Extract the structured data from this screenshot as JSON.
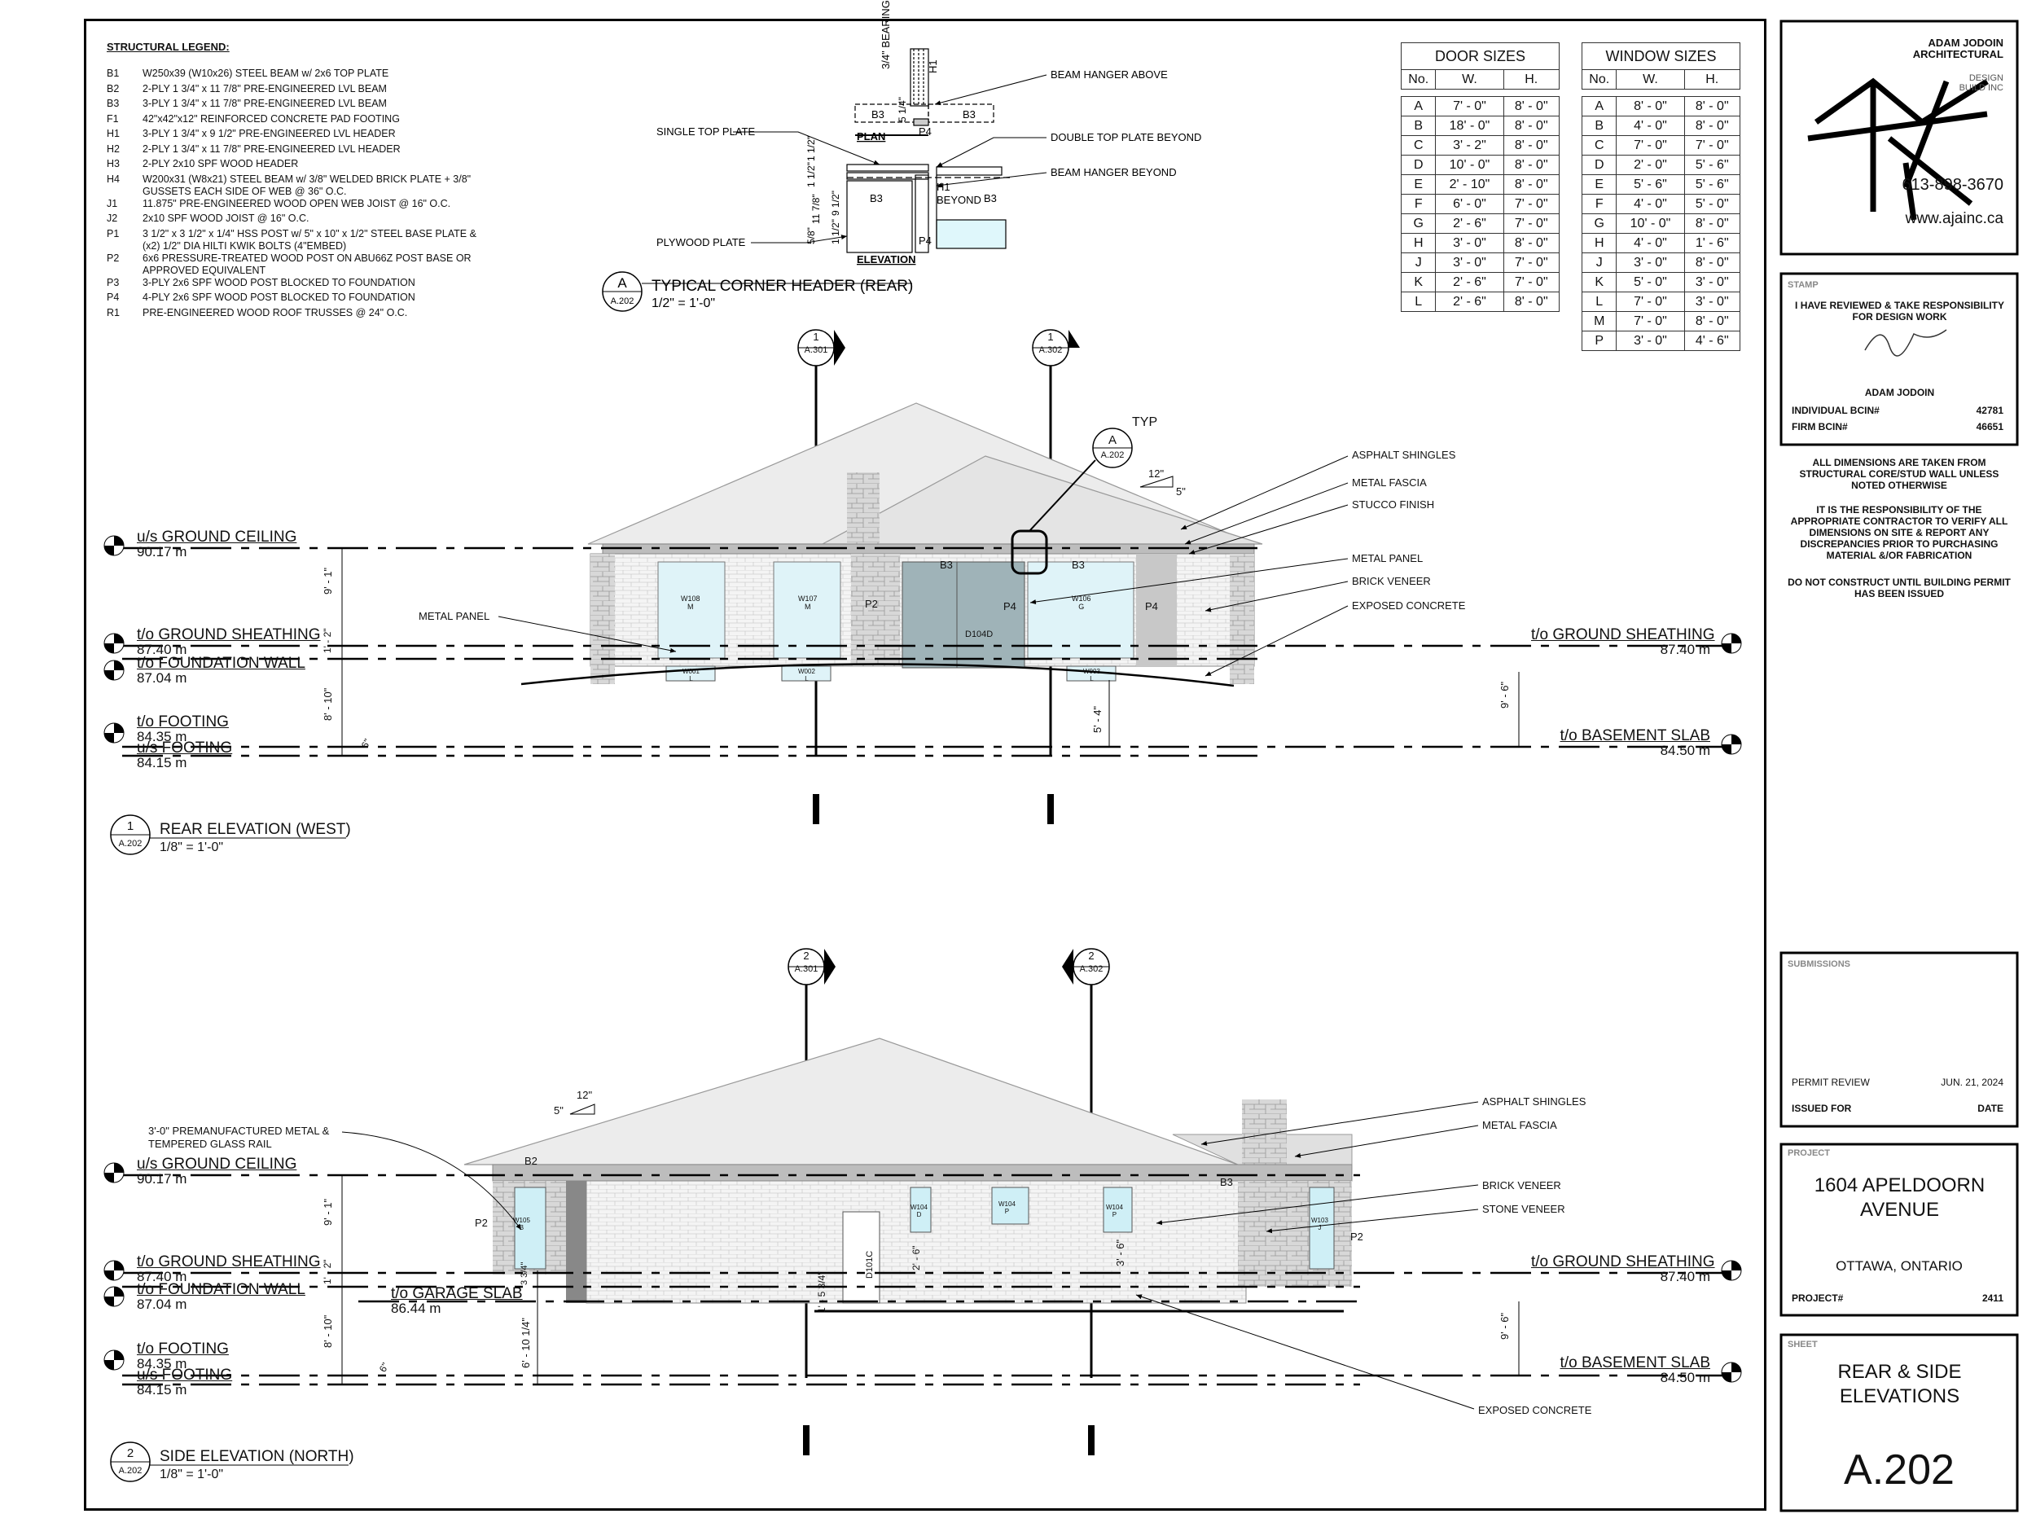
{
  "legend": {
    "title": "STRUCTURAL LEGEND:",
    "items": [
      {
        "code": "B1",
        "desc": "W250x39 (W10x26) STEEL BEAM w/ 2x6 TOP PLATE"
      },
      {
        "code": "B2",
        "desc": "2-PLY 1 3/4\" x 11 7/8\" PRE-ENGINEERED LVL BEAM"
      },
      {
        "code": "B3",
        "desc": "3-PLY 1 3/4\" x 11 7/8\" PRE-ENGINEERED LVL BEAM"
      },
      {
        "code": "F1",
        "desc": "42\"x42\"x12\" REINFORCED CONCRETE PAD FOOTING"
      },
      {
        "code": "H1",
        "desc": "3-PLY 1 3/4\" x 9 1/2\" PRE-ENGINEERED LVL HEADER"
      },
      {
        "code": "H2",
        "desc": "2-PLY 1 3/4\" x 11 7/8\" PRE-ENGINEERED LVL HEADER"
      },
      {
        "code": "H3",
        "desc": "2-PLY 2x10 SPF WOOD HEADER"
      },
      {
        "code": "H4",
        "desc": "W200x31 (W8x21) STEEL BEAM w/ 3/8\" WELDED BRICK PLATE + 3/8\" GUSSETS EACH SIDE OF WEB @ 36\" O.C."
      },
      {
        "code": "J1",
        "desc": "11.875\" PRE-ENGINEERED WOOD OPEN WEB JOIST @ 16\" O.C."
      },
      {
        "code": "J2",
        "desc": "2x10 SPF WOOD JOIST @ 16\" O.C."
      },
      {
        "code": "P1",
        "desc": "3 1/2\" x 3 1/2\" x 1/4\" HSS POST w/ 5\" x 10\" x 1/2\" STEEL BASE PLATE & (x2) 1/2\" DIA HILTI KWIK BOLTS (4\"EMBED)"
      },
      {
        "code": "P2",
        "desc": "6x6 PRESSURE-TREATED WOOD POST ON ABU66Z POST BASE OR APPROVED EQUIVALENT"
      },
      {
        "code": "P3",
        "desc": "3-PLY 2x6 SPF WOOD POST BLOCKED TO FOUNDATION"
      },
      {
        "code": "P4",
        "desc": "4-PLY 2x6 SPF WOOD POST BLOCKED TO FOUNDATION"
      },
      {
        "code": "R1",
        "desc": "PRE-ENGINEERED WOOD ROOF TRUSSES @ 24\" O.C."
      }
    ]
  },
  "detail": {
    "bearing": "3/4\" BEARING",
    "plan": "PLAN",
    "elevation": "ELEVATION",
    "h1": "H1",
    "b3": "B3",
    "p4": "P4",
    "h1_beyond": "H1 BEYOND",
    "dims": [
      "5 1/4\"",
      "1 1/2\"",
      "11 7/8\"",
      "9 1/2\"",
      "5/8\"",
      "1 1/2\"",
      "1 1/2\""
    ],
    "notes": {
      "beam_hanger_above": "BEAM HANGER ABOVE",
      "single_top_plate": "SINGLE TOP PLATE",
      "double_top_plate": "DOUBLE TOP PLATE BEYOND",
      "beam_hanger_beyond": "BEAM HANGER BEYOND",
      "plywood_plate": "PLYWOOD PLATE"
    },
    "title": "TYPICAL CORNER HEADER (REAR)",
    "scale": "1/2\" = 1'-0\"",
    "tag_letter": "A",
    "tag_sheet": "A.202"
  },
  "door_sizes": {
    "title": "DOOR SIZES",
    "headers": [
      "No.",
      "W.",
      "H."
    ],
    "rows": [
      [
        "A",
        "7' - 0\"",
        "8' - 0\""
      ],
      [
        "B",
        "18' - 0\"",
        "8' - 0\""
      ],
      [
        "C",
        "3' - 2\"",
        "8' - 0\""
      ],
      [
        "D",
        "10' - 0\"",
        "8' - 0\""
      ],
      [
        "E",
        "2' - 10\"",
        "8' - 0\""
      ],
      [
        "F",
        "6' - 0\"",
        "7' - 0\""
      ],
      [
        "G",
        "2' - 6\"",
        "7' - 0\""
      ],
      [
        "H",
        "3' - 0\"",
        "8' - 0\""
      ],
      [
        "J",
        "3' - 0\"",
        "7' - 0\""
      ],
      [
        "K",
        "2' - 6\"",
        "7' - 0\""
      ],
      [
        "L",
        "2' - 6\"",
        "8' - 0\""
      ]
    ]
  },
  "window_sizes": {
    "title": "WINDOW SIZES",
    "headers": [
      "No.",
      "W.",
      "H."
    ],
    "rows": [
      [
        "A",
        "8' - 0\"",
        "8' - 0\""
      ],
      [
        "B",
        "4' - 0\"",
        "8' - 0\""
      ],
      [
        "C",
        "7' - 0\"",
        "7' - 0\""
      ],
      [
        "D",
        "2' - 0\"",
        "5' - 6\""
      ],
      [
        "E",
        "5' - 6\"",
        "5' - 6\""
      ],
      [
        "F",
        "4' - 0\"",
        "5' - 0\""
      ],
      [
        "G",
        "10' - 0\"",
        "8' - 0\""
      ],
      [
        "H",
        "4' - 0\"",
        "1' - 6\""
      ],
      [
        "J",
        "3' - 0\"",
        "8' - 0\""
      ],
      [
        "K",
        "5' - 0\"",
        "3' - 0\""
      ],
      [
        "L",
        "7' - 0\"",
        "3' - 0\""
      ],
      [
        "M",
        "7' - 0\"",
        "8' - 0\""
      ],
      [
        "P",
        "3' - 0\"",
        "4' - 6\""
      ]
    ]
  },
  "rear": {
    "title": "REAR ELEVATION (WEST)",
    "scale": "1/8\" = 1'-0\"",
    "tag_num": "1",
    "tag_sheet": "A.202",
    "sec1_num": "1",
    "sec1_sheet": "A.301",
    "sec2_num": "1",
    "sec2_sheet": "A.302",
    "detail_tag_letter": "A",
    "detail_tag_sheet": "A.202",
    "typ": "TYP",
    "slope_run": "12\"",
    "slope_rise": "5\"",
    "levels": [
      {
        "name": "u/s GROUND CEILING",
        "elev": "90.17 m"
      },
      {
        "name": "t/o GROUND SHEATHING",
        "elev": "87.40 m"
      },
      {
        "name": "t/o FOUNDATION WALL",
        "elev": "87.04 m"
      },
      {
        "name": "t/o FOOTING",
        "elev": "84.35 m"
      },
      {
        "name": "u/s FOOTING",
        "elev": "84.15 m"
      }
    ],
    "right_levels": [
      {
        "name": "t/o GROUND SHEATHING",
        "elev": "87.40 m"
      },
      {
        "name": "t/o BASEMENT SLAB",
        "elev": "84.50 m"
      }
    ],
    "dims": [
      "9' - 1\"",
      "1' - 2\"",
      "8' - 10\"",
      "6\"",
      "9' - 6\"",
      "5' - 4\""
    ],
    "notes": [
      "ASPHALT SHINGLES",
      "METAL FASCIA",
      "STUCCO FINISH",
      "METAL PANEL",
      "BRICK VENEER",
      "EXPOSED CONCRETE"
    ],
    "metal_panel_left": "METAL PANEL",
    "tags": [
      "B3",
      "B3",
      "P2",
      "P4",
      "P4"
    ],
    "door_tag": "D104D",
    "win_tags": [
      {
        "a": "W108",
        "b": "M"
      },
      {
        "a": "W107",
        "b": "M"
      },
      {
        "a": "W106",
        "b": "G"
      }
    ],
    "bsmt_tags": [
      {
        "a": "W001",
        "b": "L"
      },
      {
        "a": "W002",
        "b": "L"
      },
      {
        "a": "W003",
        "b": "L"
      }
    ]
  },
  "side": {
    "title": "SIDE ELEVATION (NORTH)",
    "scale": "1/8\" = 1'-0\"",
    "tag_num": "2",
    "tag_sheet": "A.202",
    "sec1_num": "2",
    "sec1_sheet": "A.301",
    "sec2_num": "2",
    "sec2_sheet": "A.302",
    "slope_run": "12\"",
    "slope_rise": "5\"",
    "rail_note": "3'-0\" PREMANUFACTURED METAL & TEMPERED GLASS RAIL",
    "levels": [
      {
        "name": "u/s GROUND CEILING",
        "elev": "90.17 m"
      },
      {
        "name": "t/o GROUND SHEATHING",
        "elev": "87.40 m"
      },
      {
        "name": "t/o FOUNDATION WALL",
        "elev": "87.04 m"
      },
      {
        "name": "t/o FOOTING",
        "elev": "84.35 m"
      },
      {
        "name": "u/s FOOTING",
        "elev": "84.15 m"
      }
    ],
    "garage_slab": {
      "name": "t/o GARAGE SLAB",
      "elev": "86.44 m"
    },
    "right_levels": [
      {
        "name": "t/o GROUND SHEATHING",
        "elev": "87.40 m"
      },
      {
        "name": "t/o BASEMENT SLAB",
        "elev": "84.50 m"
      }
    ],
    "dims": [
      "9' - 1\"",
      "1' - 2\"",
      "8' - 10\"",
      "6\"",
      "9' - 6\"",
      "3' - 6\"",
      "6' - 10 1/4\"",
      "1' - 5 3/4\"",
      "2' - 6\"",
      "3 3/4\""
    ],
    "notes": [
      "ASPHALT SHINGLES",
      "METAL FASCIA",
      "BRICK VENEER",
      "STONE VENEER",
      "EXPOSED CONCRETE"
    ],
    "tags": [
      "B2",
      "B3",
      "P2",
      "P2"
    ],
    "door_tag": "D101C",
    "win_tags": [
      {
        "a": "W105",
        "b": "B"
      },
      {
        "a": "W104",
        "b": "D"
      },
      {
        "a": "W104",
        "b": "P"
      },
      {
        "a": "W104",
        "b": "P"
      },
      {
        "a": "W103",
        "b": "J"
      }
    ]
  },
  "titleblock": {
    "logo_name": "ADAM JODOIN",
    "logo_name2": "ARCHITECTURAL",
    "logo_sub": "DESIGN BUILD INC",
    "phone": "613-898-3670",
    "web": "www.ajainc.ca",
    "stamp_label": "STAMP",
    "stamp_text": "I HAVE REVIEWED & TAKE RESPONSIBILITY FOR DESIGN WORK",
    "stamp_name": "ADAM JODOIN",
    "bcin_label": "INDIVIDUAL BCIN#",
    "bcin": "42781",
    "firm_label": "FIRM BCIN#",
    "firm": "46651",
    "note1": "ALL DIMENSIONS ARE TAKEN FROM STRUCTURAL CORE/STUD WALL UNLESS NOTED OTHERWISE",
    "note2": "IT IS THE RESPONSIBILITY OF THE APPROPRIATE CONTRACTOR TO VERIFY ALL DIMENSIONS ON SITE & REPORT ANY DISCREPANCIES PRIOR TO PURCHASING MATERIAL &/OR FABRICATION",
    "note3": "DO NOT CONSTRUCT UNTIL BUILDING PERMIT HAS BEEN ISSUED",
    "submissions_label": "SUBMISSIONS",
    "sub_desc": "PERMIT REVIEW",
    "sub_date": "JUN. 21, 2024",
    "issued_for": "ISSUED FOR",
    "date_label": "DATE",
    "project_label": "PROJECT",
    "project_name": "1604 APELDOORN AVENUE",
    "project_city": "OTTAWA, ONTARIO",
    "project_no_label": "PROJECT#",
    "project_no": "2411",
    "sheet_label": "SHEET",
    "sheet_title": "REAR & SIDE ELEVATIONS",
    "sheet_no": "A.202"
  }
}
